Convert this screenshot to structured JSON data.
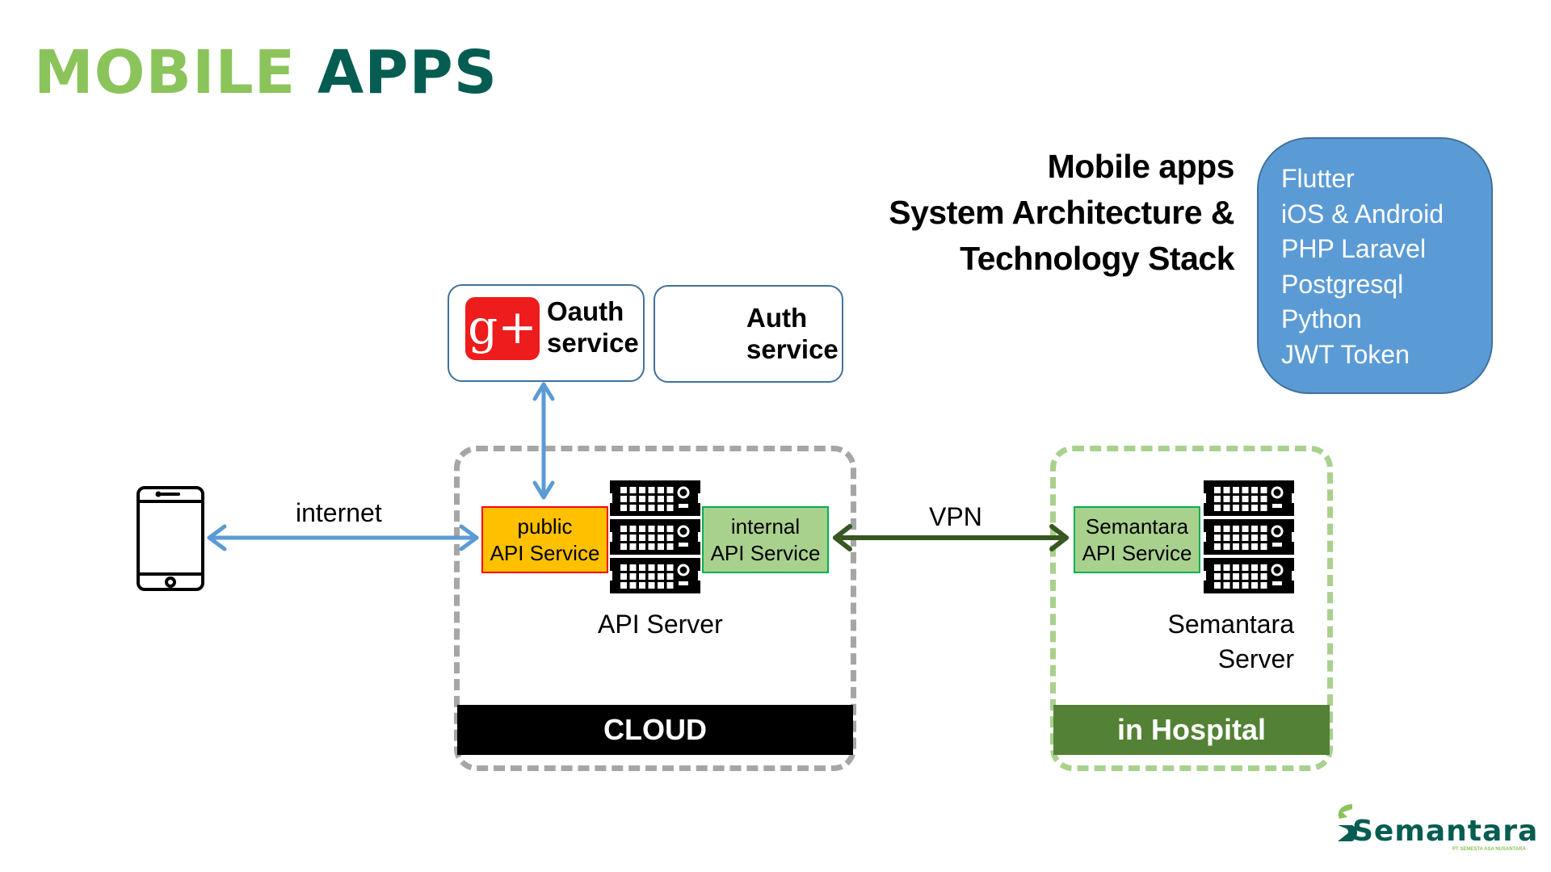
{
  "title": {
    "part1": "MOBILE",
    "part2": "APPS"
  },
  "heading": {
    "lines": [
      "Mobile apps",
      "System Architecture &",
      "Technology Stack"
    ]
  },
  "tech_stack": [
    "Flutter",
    "iOS & Android",
    "PHP Laravel",
    "Postgresql",
    "Python",
    "JWT Token"
  ],
  "auth_services": [
    {
      "icon": "google-plus-icon",
      "icon_text": "g+",
      "line1": "Oauth",
      "line2": "service"
    },
    {
      "icon": "apple-icon",
      "line1": "Auth",
      "line2": "service"
    }
  ],
  "client": {
    "icon": "smartphone-icon"
  },
  "connections": {
    "internet": "internet",
    "vpn": "VPN"
  },
  "cloud": {
    "label": "CLOUD",
    "public_api": [
      "public",
      "API Service"
    ],
    "internal_api": [
      "internal",
      "API Service"
    ],
    "server_label": "API Server"
  },
  "hospital": {
    "label": "in Hospital",
    "api": [
      "Semantara",
      "API Service"
    ],
    "server_label": [
      "Semantara",
      "Server"
    ]
  },
  "logo": {
    "name": "Semantara",
    "tagline": "PT SEMESTA ASA NUSANTARA"
  },
  "colors": {
    "title_light": "#8bc45a",
    "title_dark": "#055d51",
    "stack_blue": "#5b9bd5",
    "public_api": "#ffc000",
    "internal_api": "#a9d18e",
    "hospital_bar": "#538135",
    "arrow_blue": "#5b9bd5",
    "arrow_green": "#385723"
  }
}
